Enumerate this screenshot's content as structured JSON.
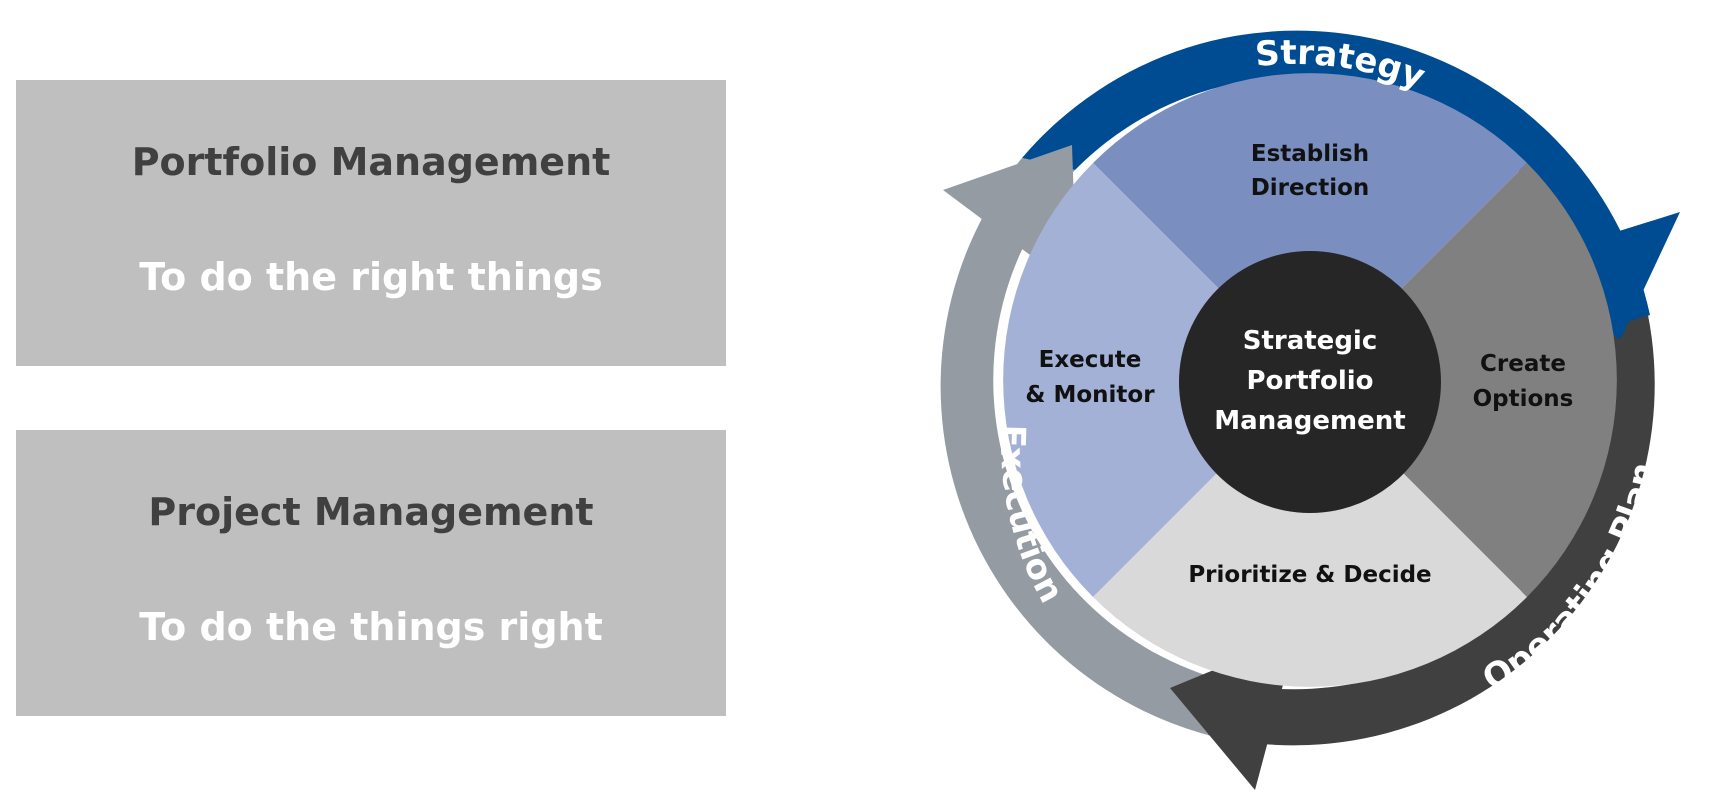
{
  "panels": {
    "portfolio": {
      "title": "Portfolio Management",
      "subtitle": "To do the right things"
    },
    "project": {
      "title": "Project Management",
      "subtitle": "To do the things right"
    }
  },
  "cycle": {
    "center": {
      "lines": [
        "Strategic",
        "Portfolio",
        "Management"
      ],
      "color": "#262626"
    },
    "quadrants": {
      "top": {
        "lines": [
          "Establish",
          "Direction"
        ],
        "color": "#7a8fc0"
      },
      "right": {
        "lines": [
          "Create",
          "Options"
        ],
        "color": "#808080"
      },
      "bottom": {
        "lines": [
          "Prioritize & Decide"
        ],
        "color": "#d9d9d9"
      },
      "left": {
        "lines": [
          "Execute",
          "& Monitor"
        ],
        "color": "#a4b1d6"
      }
    },
    "ring": {
      "strategy": {
        "label": "Strategy",
        "color": "#004c92"
      },
      "operating_plan": {
        "label": "Operating Plan",
        "color": "#404040"
      },
      "execution": {
        "label": "Execution",
        "color": "#959ba2"
      }
    }
  }
}
